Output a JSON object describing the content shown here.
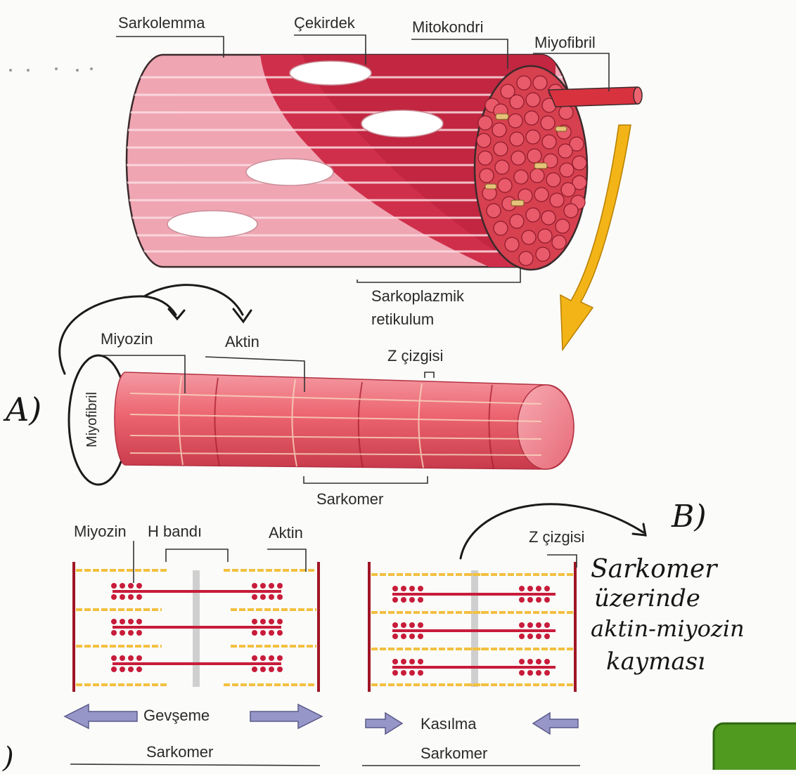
{
  "top_labels": {
    "sarcolemma": "Sarkolemma",
    "nucleus": "Çekirdek",
    "mitochondria": "Mitokondri",
    "myofibril": "Miyofibril",
    "sr_line1": "Sarkoplazmik",
    "sr_line2": "retikulum"
  },
  "myofibril_labels": {
    "myosin": "Miyozin",
    "actin": "Aktin",
    "z_line": "Z çizgisi",
    "sarcomere": "Sarkomer",
    "vertical_myofibril": "Miyofibril"
  },
  "sarcomere_labels": {
    "myosin": "Miyozin",
    "h_band": "H bandı",
    "actin": "Aktin",
    "z_line": "Z çizgisi",
    "relaxation": "Gevşeme",
    "contraction": "Kasılma",
    "sarcomere_left": "Sarkomer",
    "sarcomere_right": "Sarkomer"
  },
  "handwritten": {
    "a_marker": "A)",
    "b_marker": "B)",
    "c_marker": ")",
    "note_line1": "Sarkomer",
    "note_line2": "üzerinde",
    "note_line3": "aktin-miyozin",
    "note_line4": "kayması"
  },
  "colors": {
    "muscle_light": "#f0a5b3",
    "muscle_mid": "#e35a6f",
    "muscle_dark": "#c2233b",
    "myofibril_tube": "#ec6470",
    "arrow_yellow": "#f2b417",
    "arrow_blue": "#9796c8",
    "actin_filament": "#f2c040",
    "myosin_head": "#c81c3a",
    "green_box": "#4f9a1f"
  }
}
